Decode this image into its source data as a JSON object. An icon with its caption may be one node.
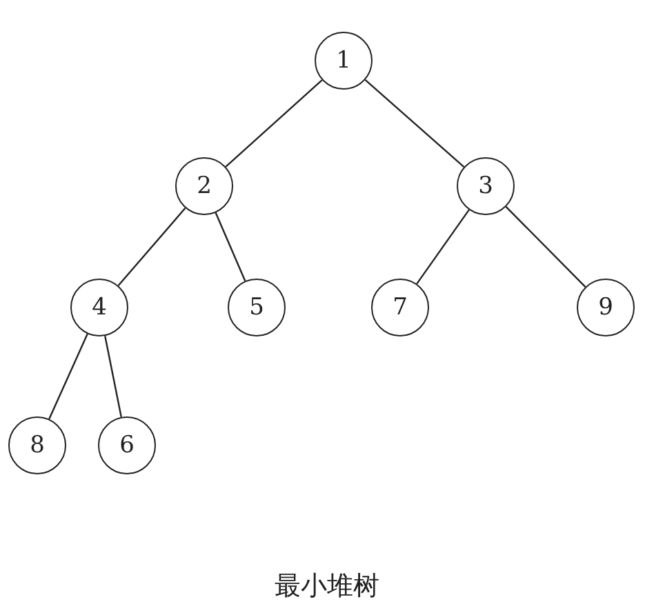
{
  "diagram": {
    "caption": "最小堆树",
    "nodes": [
      {
        "text": [
          "1"
        ]
      },
      {
        "text": [
          "2"
        ]
      },
      {
        "text": [
          "3"
        ]
      },
      {
        "text": [
          "4"
        ]
      },
      {
        "text": [
          "5"
        ]
      },
      {
        "text": [
          "7"
        ]
      },
      {
        "text": [
          "9"
        ]
      },
      {
        "text": [
          "8"
        ]
      },
      {
        "text": [
          "6"
        ]
      }
    ],
    "edges": [
      {
        "from": 0,
        "to": 1,
        "arrow": "none"
      },
      {
        "from": 0,
        "to": 2,
        "arrow": "none"
      },
      {
        "from": 1,
        "to": 3,
        "arrow": "none"
      },
      {
        "from": 1,
        "to": 4,
        "arrow": "none"
      },
      {
        "from": 2,
        "to": 5,
        "arrow": "none"
      },
      {
        "from": 2,
        "to": 6,
        "arrow": "none"
      },
      {
        "from": 3,
        "to": 7,
        "arrow": "none"
      },
      {
        "from": 3,
        "to": 8,
        "arrow": "none"
      }
    ]
  }
}
